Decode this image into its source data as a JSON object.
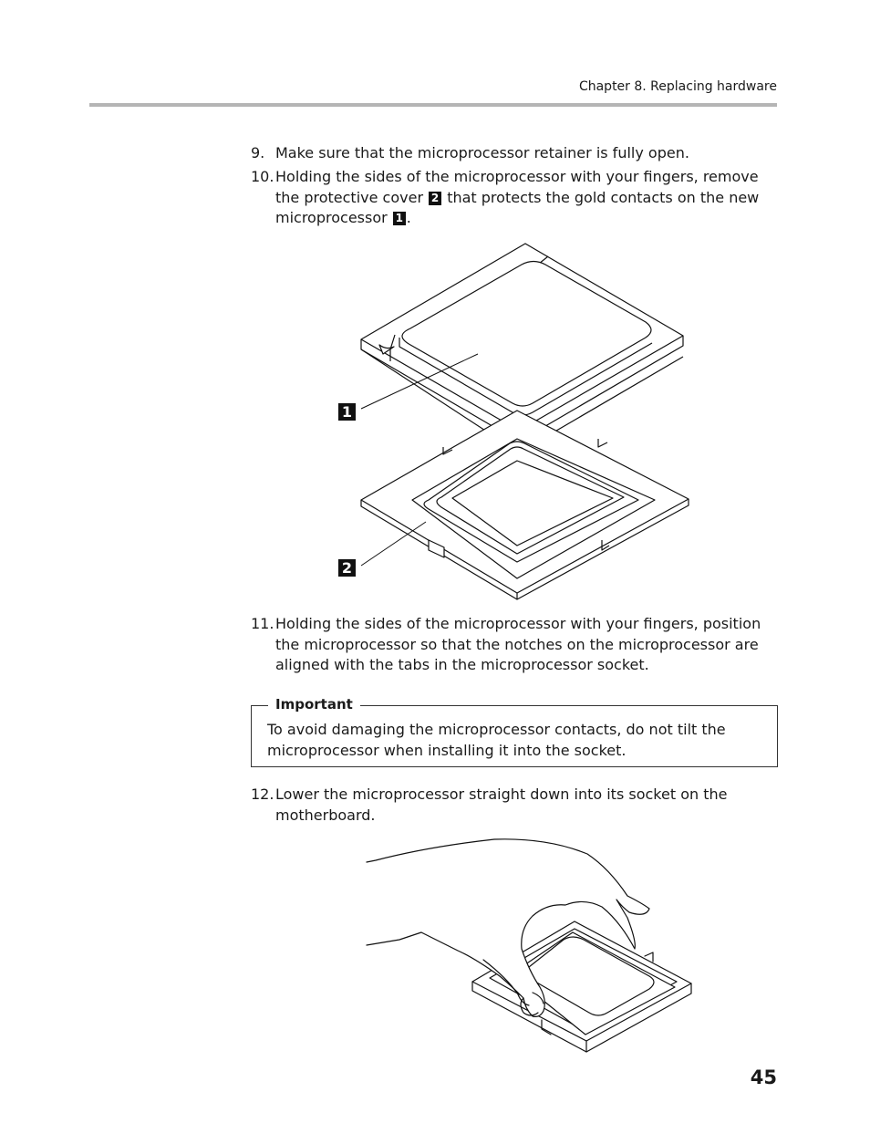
{
  "header": {
    "chapter": "Chapter 8. Replacing hardware",
    "page_number": "45"
  },
  "steps": [
    {
      "num": "9.",
      "text": "Make sure that the microprocessor retainer is fully open."
    },
    {
      "num": "10.",
      "parts": [
        "Holding the sides of the  microprocessor with your fingers, remove the protective cover ",
        "2",
        " that protects the gold contacts on the new microprocessor ",
        "1",
        "."
      ]
    },
    {
      "num": "11.",
      "text": "Holding the sides of the microprocessor with your fingers, position the microprocessor so that the notches on the microprocessor are aligned with the tabs in the microprocessor socket."
    },
    {
      "num": "12.",
      "text": "Lower the microprocessor straight down into its socket on the motherboard."
    }
  ],
  "figure1": {
    "callouts": [
      "1",
      "2"
    ]
  },
  "important": {
    "label": "Important",
    "text": "To avoid damaging the microprocessor contacts, do not tilt the microprocessor when installing it into the socket."
  },
  "colors": {
    "rule": "#b5b5b5",
    "callout_bg": "#111111"
  }
}
